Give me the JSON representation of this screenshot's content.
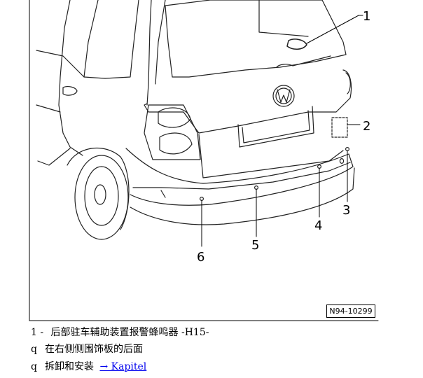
{
  "figure": {
    "id": "N94-10299",
    "callouts": [
      "1",
      "2",
      "3",
      "4",
      "5",
      "6"
    ]
  },
  "legend": {
    "item1": {
      "number": "1 -",
      "text": "后部驻车辅助装置报警蜂鸣器 -H15-"
    },
    "bullets": [
      {
        "marker": "q",
        "text": "在右侧侧围饰板的后面"
      },
      {
        "marker": "q",
        "text": "拆卸和安装",
        "link": "→ Kapitel"
      }
    ]
  }
}
